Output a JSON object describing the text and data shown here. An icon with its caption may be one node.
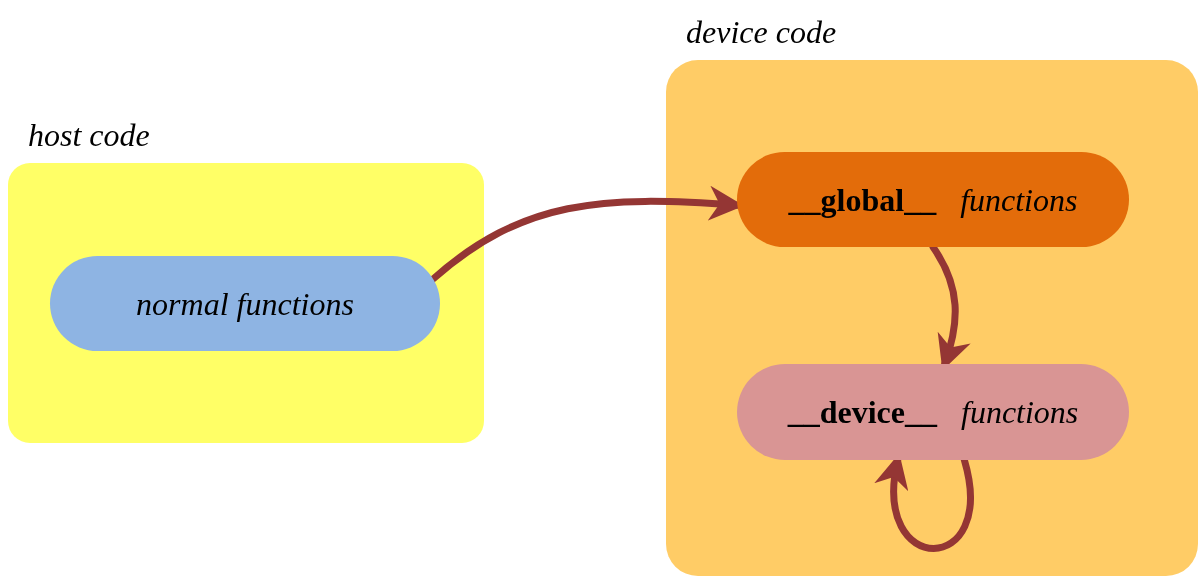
{
  "diagram": {
    "nodes": [
      {
        "text": [
          "host code"
        ]
      },
      {
        "text": [
          "normal functions"
        ],
        "in": 0
      },
      {
        "text": [
          "device code"
        ]
      },
      {
        "text": [
          "**__global__** functions"
        ],
        "in": 2
      },
      {
        "text": [
          "**__device__** functions"
        ],
        "in": 2
      }
    ],
    "edges": [
      {
        "from": 1,
        "to": 3,
        "arrow": "to"
      },
      {
        "from": 3,
        "to": 4,
        "arrow": "to"
      },
      {
        "from": 4,
        "to": 4,
        "arrow": "to"
      }
    ]
  }
}
